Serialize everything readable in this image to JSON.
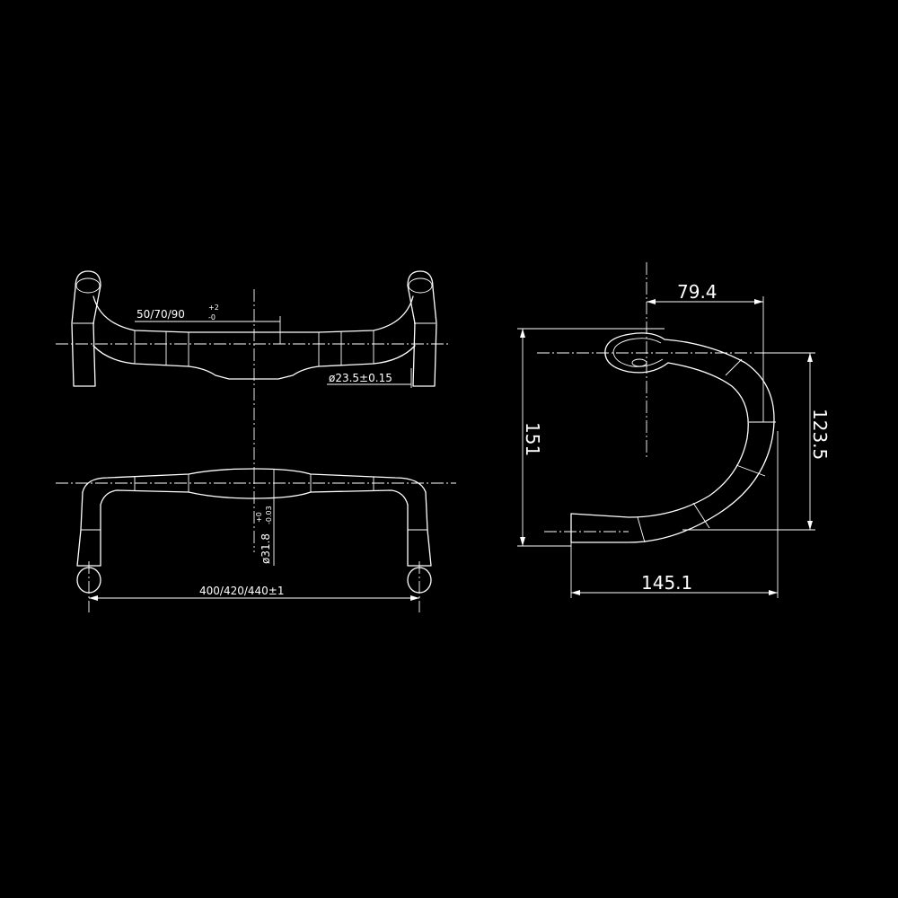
{
  "front_view": {
    "label_drop_width": "50/70/90",
    "label_drop_width_tol_upper": "+2",
    "label_drop_width_tol_lower": "-0",
    "label_tube_diameter": "ø23.5±0.15"
  },
  "top_view": {
    "label_clamp_diameter": "ø31.8",
    "label_clamp_tol_upper": "+0",
    "label_clamp_tol_lower": "-0.03",
    "label_width": "400/420/440±1"
  },
  "side_view": {
    "label_reach_top": "79.4",
    "label_total_drop": "151",
    "label_drop": "123.5",
    "label_reach": "145.1"
  },
  "colors": {
    "background": "#000000",
    "line": "#ffffff"
  }
}
